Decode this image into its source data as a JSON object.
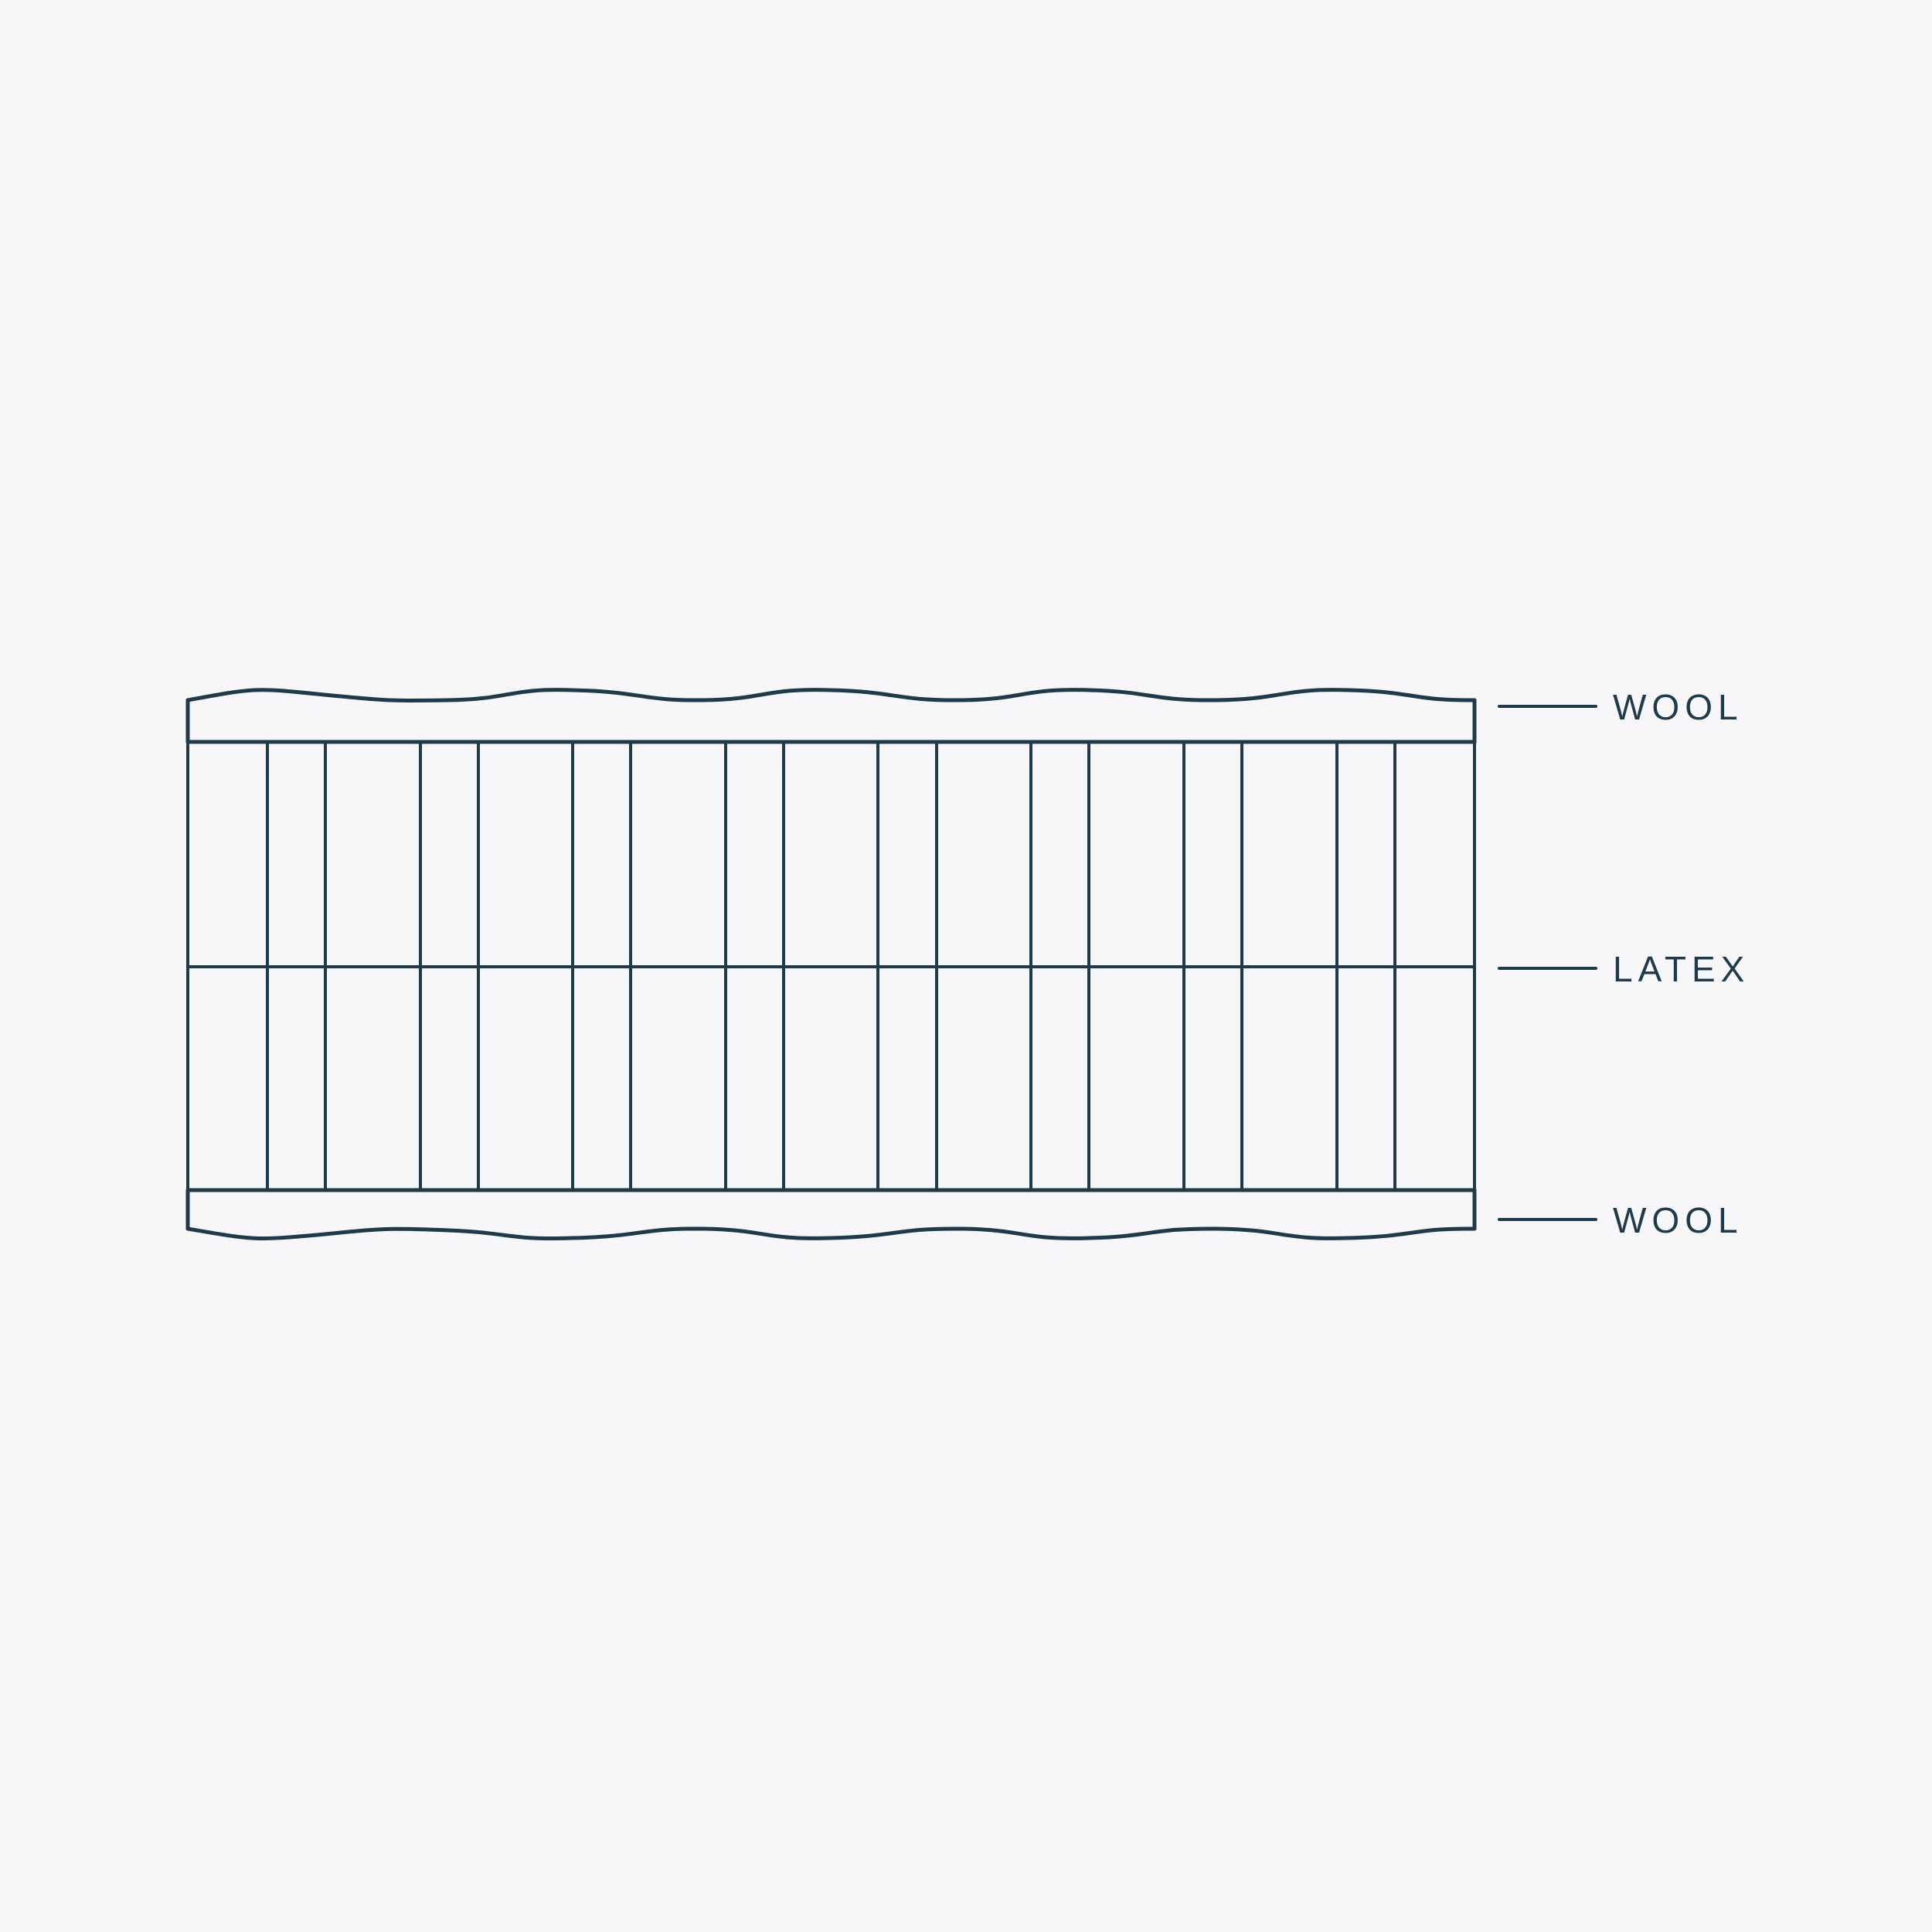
{
  "colors": {
    "background": "#f7f7f9",
    "ink": "#1f3a4a"
  },
  "layers": [
    {
      "id": "top",
      "label": "WOOL"
    },
    {
      "id": "middle",
      "label": "LATEX"
    },
    {
      "id": "bottom",
      "label": "WOOL"
    }
  ]
}
